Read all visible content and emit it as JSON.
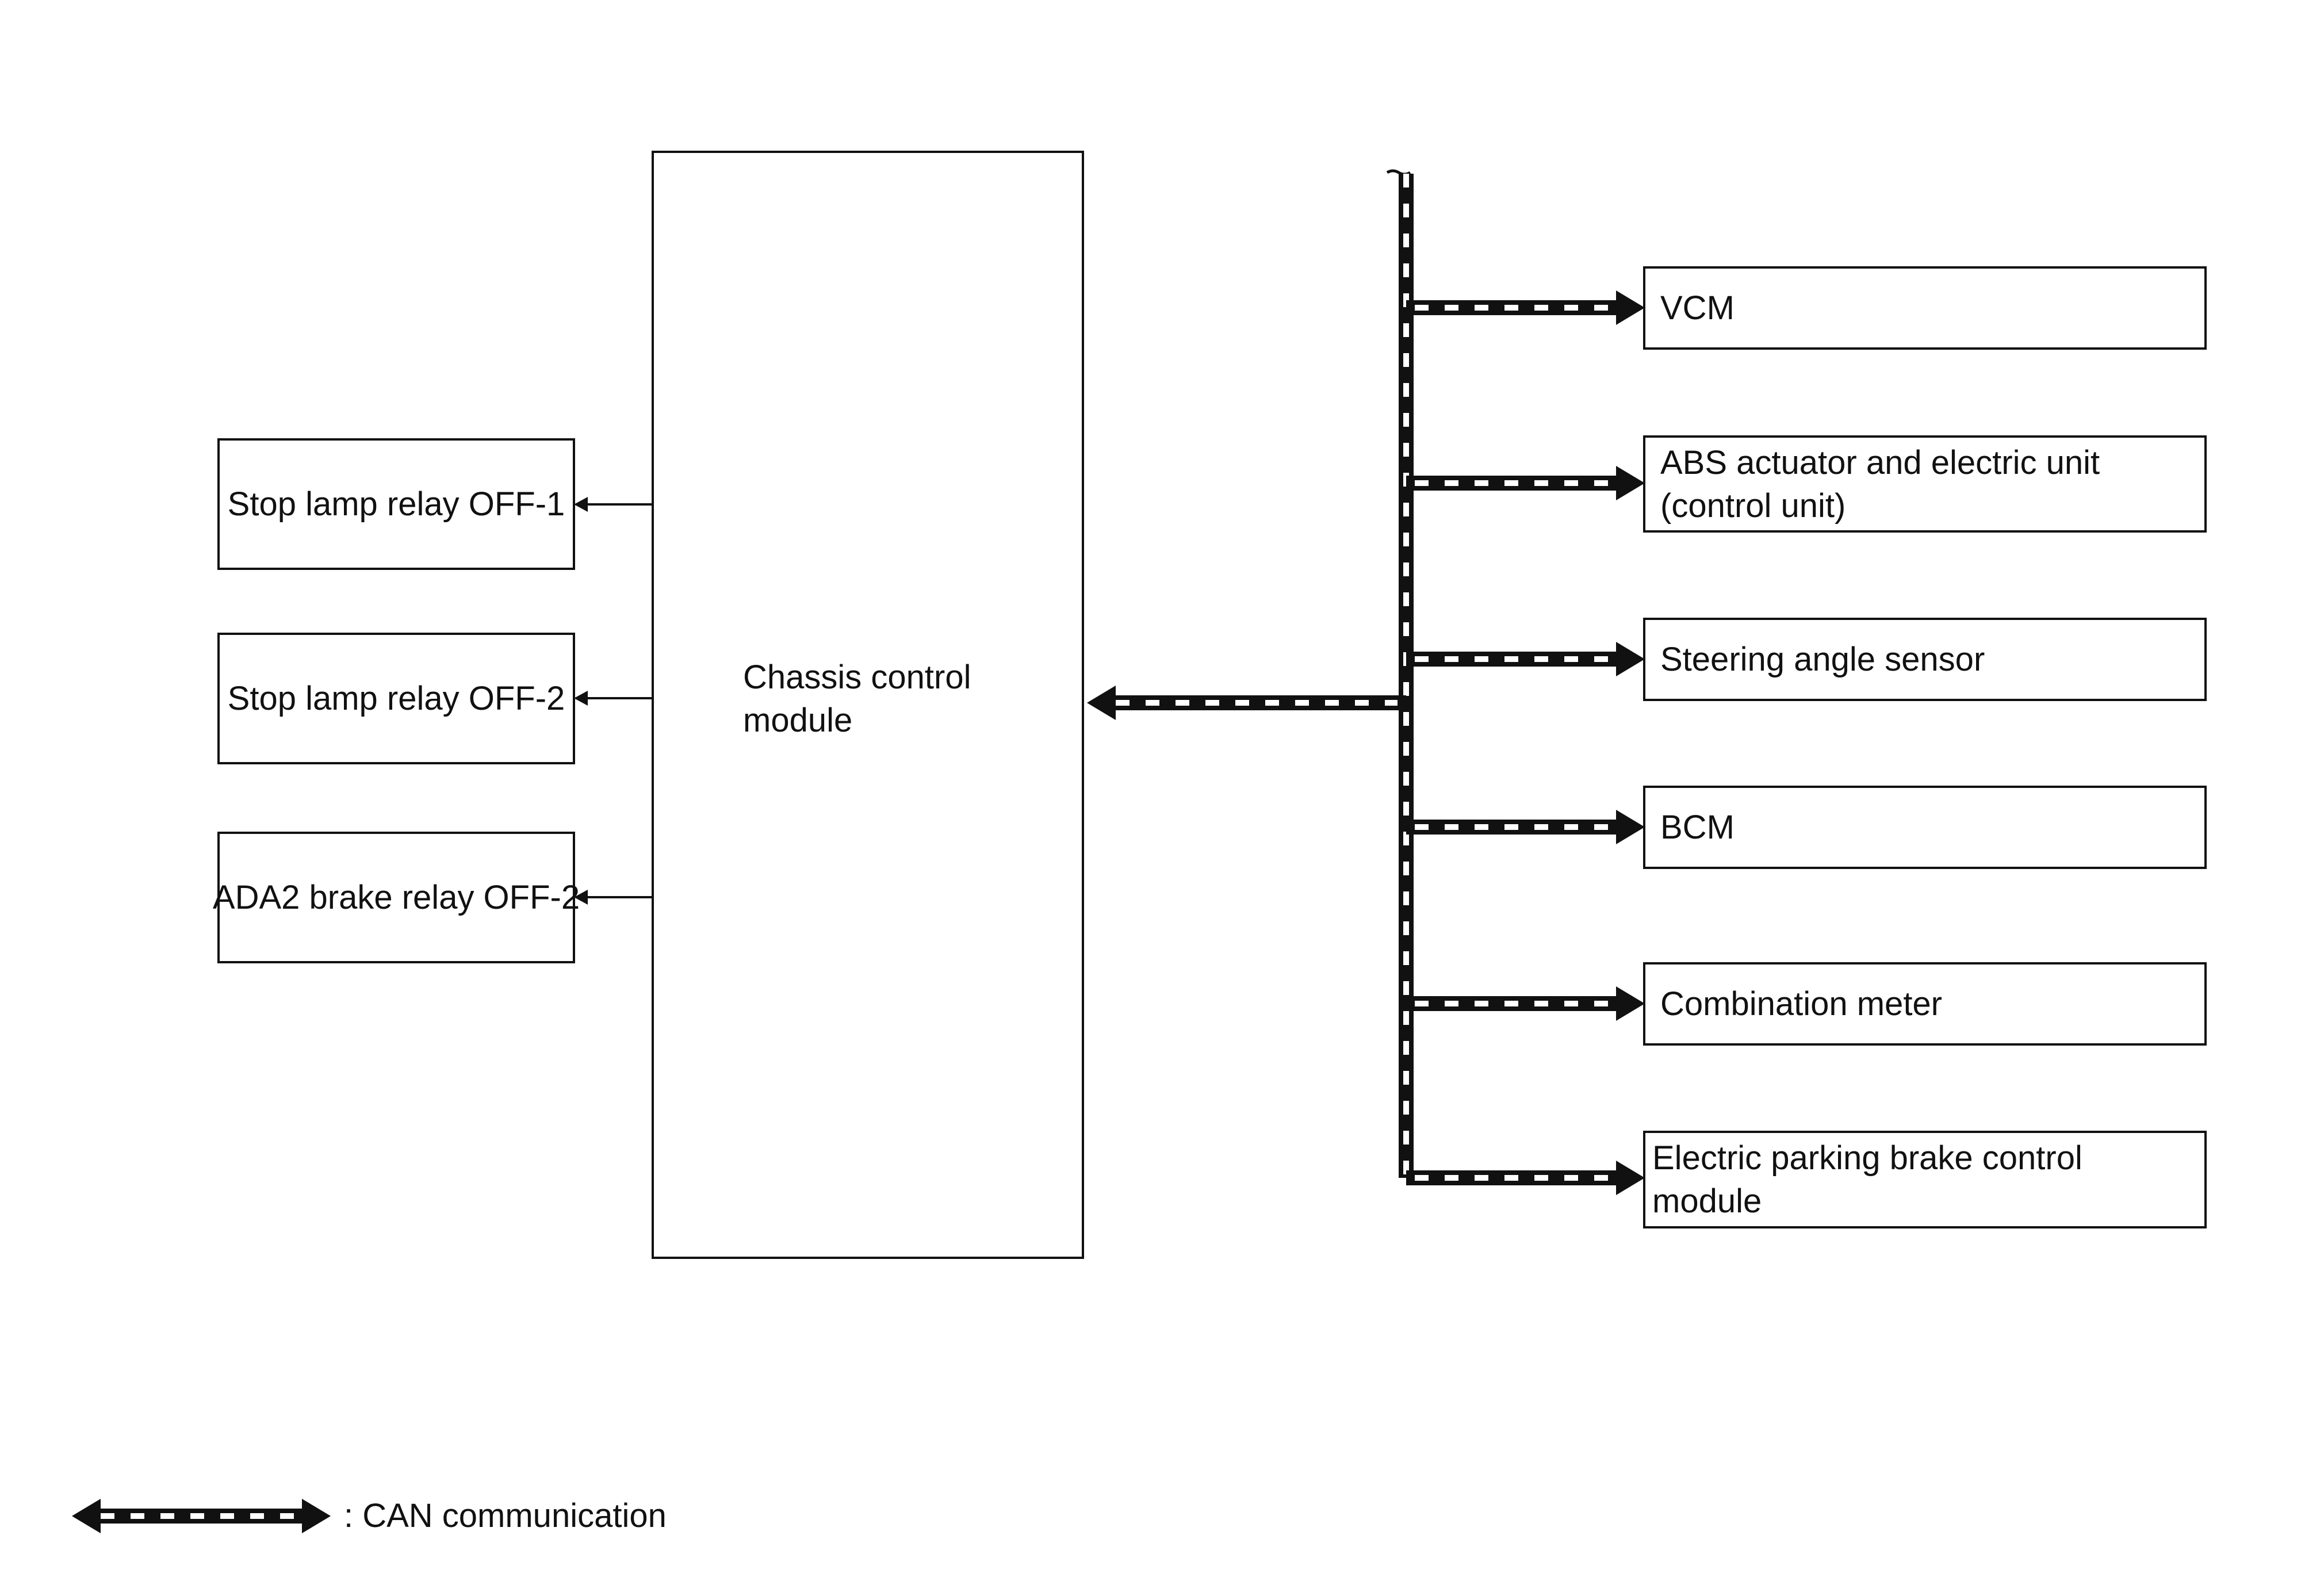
{
  "nodes": {
    "chassis": "Chassis control\nmodule",
    "stop_lamp_1": "Stop lamp relay OFF-1",
    "stop_lamp_2": "Stop lamp relay OFF-2",
    "ada2_brake": "ADA2 brake relay OFF-2",
    "vcm": "VCM",
    "abs": "ABS actuator and electric unit (control unit)",
    "steering": "Steering angle sensor",
    "bcm": "BCM",
    "combination_meter": "Combination meter",
    "epb": "Electric parking brake control module"
  },
  "legend": {
    "can_label": ": CAN communication"
  },
  "colors": {
    "line": "#111111",
    "dash": "#ffffff",
    "background": "#ffffff"
  }
}
